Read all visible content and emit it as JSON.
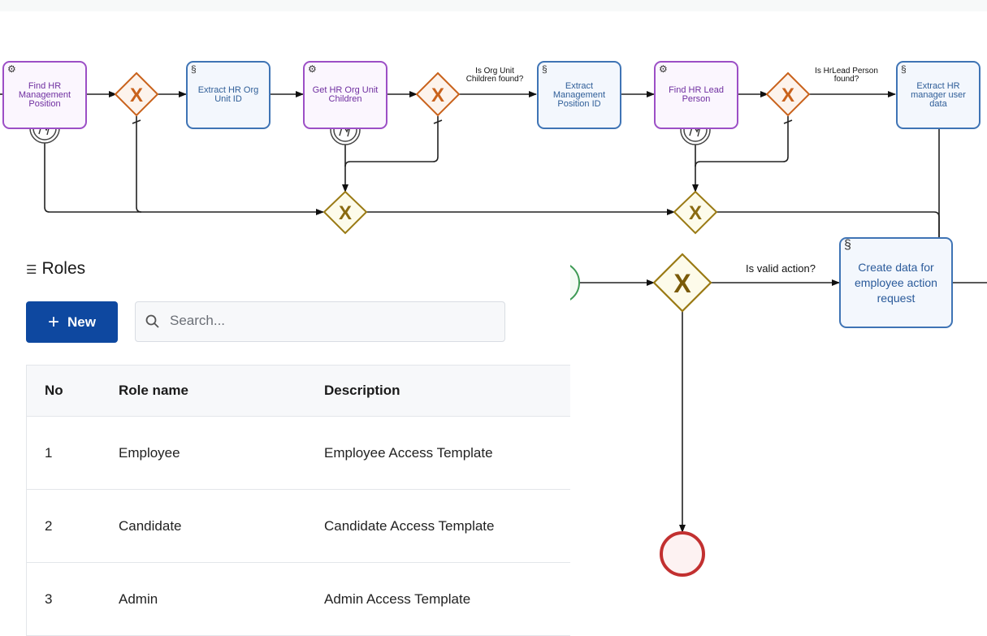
{
  "workflow": {
    "tasks": {
      "find_hr_mgmt": "Find HR Management Position",
      "extract_org_unit": "Extract HR Org Unit ID",
      "get_org_children": "Get HR Org Unit Children",
      "extract_mgmt_pos": "Extract Management Position ID",
      "find_hr_lead": "Find HR Lead Person",
      "extract_manager": "Extract HR manager user data",
      "create_request": "Create data for employee action request"
    },
    "flow_labels": {
      "children_found": "Is Org Unit Children found?",
      "lead_found": "Is HrLead Person found?",
      "valid_action": "Is valid action?"
    },
    "gateway_symbol": "X",
    "colors": {
      "service_task_border": "#9c4fc6",
      "script_task_border": "#3f74b5",
      "gateway_red": "#c9621c",
      "gateway_gold": "#9a7a14",
      "start_event": "#3e9a55",
      "end_event": "#c23030"
    },
    "icons": {
      "service_task": "gear-icon",
      "script_task": "script-icon",
      "boundary_event": "lightning-icon"
    }
  },
  "roles": {
    "title": "Roles",
    "new_button": "New",
    "search_placeholder": "Search...",
    "columns": [
      "No",
      "Role name",
      "Description"
    ],
    "rows": [
      {
        "no": "1",
        "name": "Employee",
        "description": "Employee Access Template"
      },
      {
        "no": "2",
        "name": "Candidate",
        "description": "Candidate Access Template"
      },
      {
        "no": "3",
        "name": "Admin",
        "description": "Admin Access Template"
      }
    ]
  }
}
